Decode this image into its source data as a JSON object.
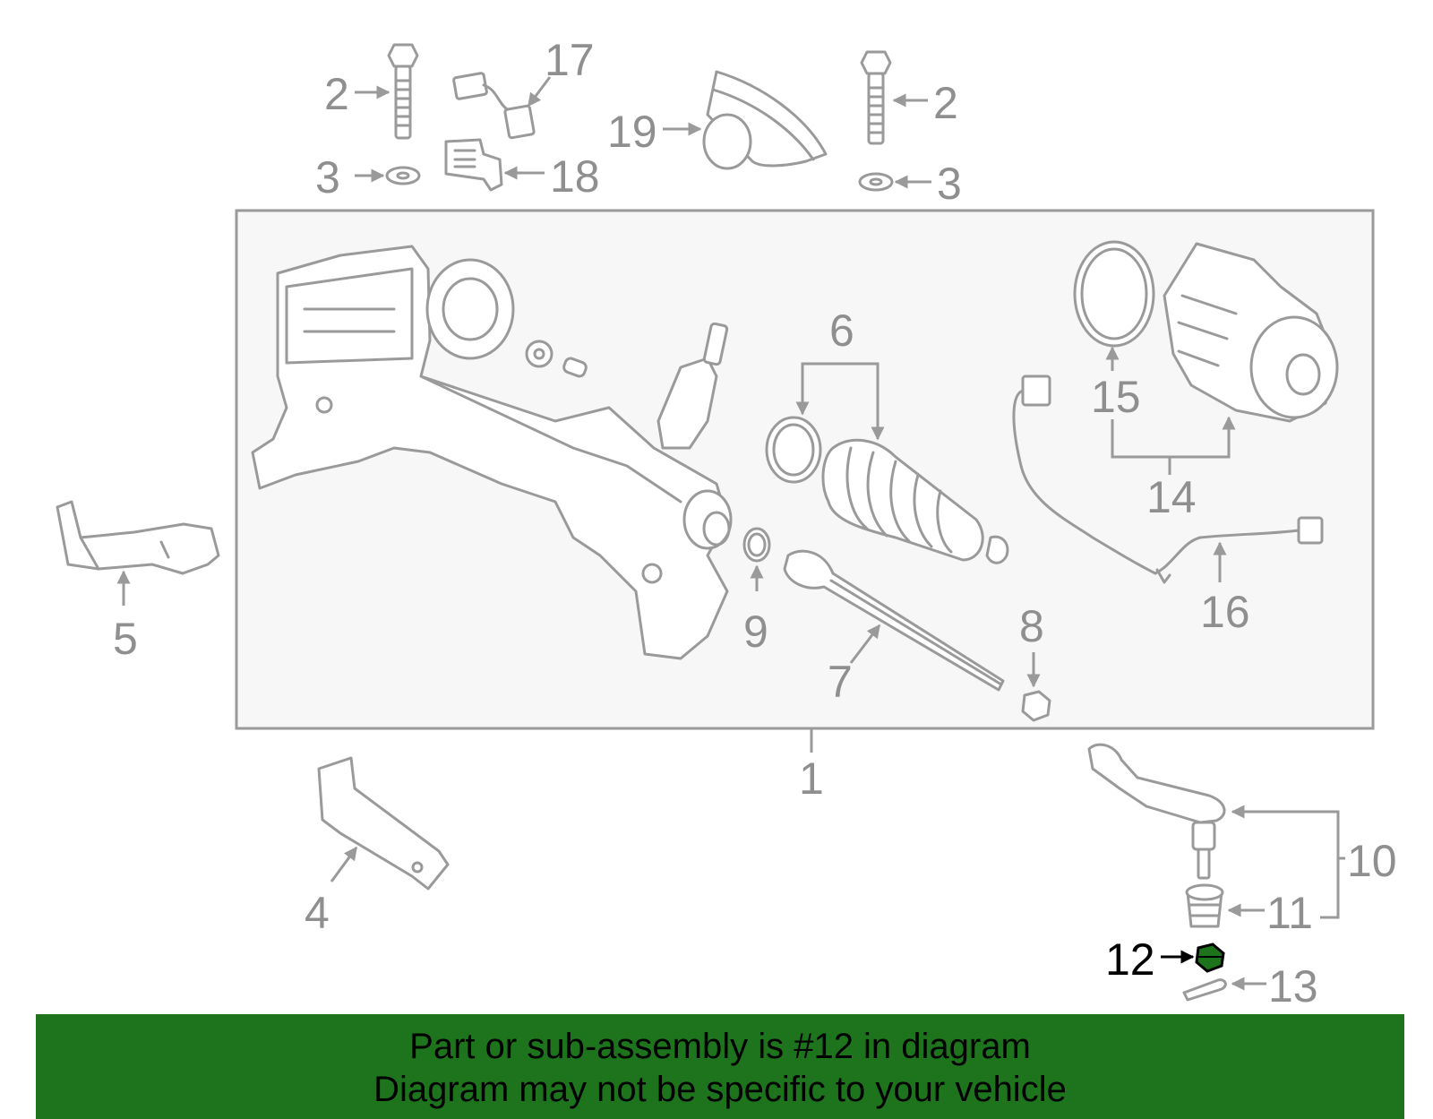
{
  "labels": {
    "p1": "1",
    "p2a": "2",
    "p2b": "2",
    "p3a": "3",
    "p3b": "3",
    "p4": "4",
    "p5": "5",
    "p6": "6",
    "p7": "7",
    "p8": "8",
    "p9": "9",
    "p10": "10",
    "p11": "11",
    "p12": "12",
    "p13": "13",
    "p14": "14",
    "p15": "15",
    "p16": "16",
    "p17": "17",
    "p18": "18",
    "p19": "19"
  },
  "highlight_part": "12",
  "colors": {
    "line": "#9a9a9a",
    "highlight_part": "#1d741d",
    "banner_bg": "#1d741d",
    "box_bg": "#f7f7f7"
  },
  "banner": {
    "line1": "Part or sub-assembly is #12 in diagram",
    "line2": "Diagram may not be specific to your vehicle"
  }
}
